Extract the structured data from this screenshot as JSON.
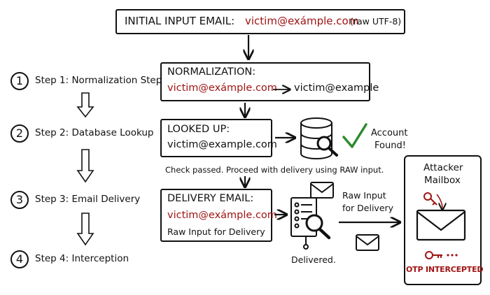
{
  "header": {
    "label": "INITIAL INPUT EMAIL:",
    "email": "victim@exámple.com",
    "note": "(raw UTF-8)"
  },
  "steps": [
    {
      "num": "1",
      "label": "Step 1: Normalization Step"
    },
    {
      "num": "2",
      "label": "Step 2: Database Lookup"
    },
    {
      "num": "3",
      "label": "Step 3: Email Delivery"
    },
    {
      "num": "4",
      "label": "Step 4: Interception"
    }
  ],
  "normalization": {
    "title": "NORMALIZATION:",
    "input": "victim@exámple.com",
    "output": "victim@example"
  },
  "lookup": {
    "title": "LOOKED UP:",
    "email": "victim@example.com",
    "result_line1": "Account",
    "result_line2": "Found!",
    "check_note": "Check passed. Proceed with delivery using RAW input."
  },
  "delivery": {
    "title": "DELIVERY EMAIL:",
    "email": "victim@exámple.com",
    "note": "Raw Input for Delivery",
    "arrow_label_line1": "Raw Input",
    "arrow_label_line2": "for Delivery",
    "delivered": "Delivered."
  },
  "attacker": {
    "title_line1": "Attacker",
    "title_line2": "Mailbox",
    "status": "OTP INTERCEPTED"
  },
  "colors": {
    "accent_red": "#a01414",
    "check_green": "#2e8b2e",
    "ink": "#111111"
  }
}
